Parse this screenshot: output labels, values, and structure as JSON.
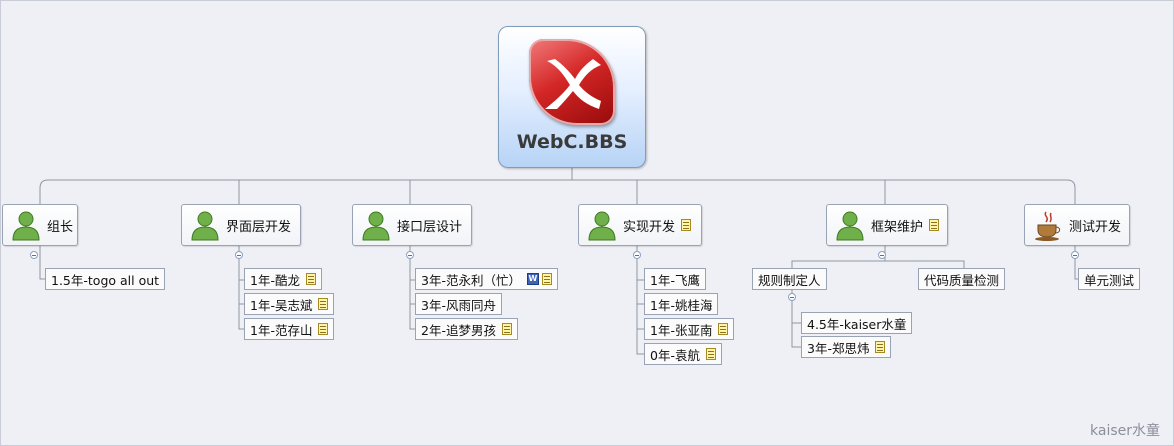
{
  "root": {
    "title": "WebC.BBS",
    "logo_icon": "xmind-logo-icon"
  },
  "topics": [
    {
      "id": "t1",
      "label": "组长",
      "icon": "person-icon",
      "note": false,
      "children": [
        {
          "label": "1.5年-togo all out",
          "note": false
        }
      ]
    },
    {
      "id": "t2",
      "label": "界面层开发",
      "icon": "person-icon",
      "note": false,
      "children": [
        {
          "label": "1年-酷龙",
          "note": true
        },
        {
          "label": "1年-吴志斌",
          "note": true
        },
        {
          "label": "1年-范存山",
          "note": true
        }
      ]
    },
    {
      "id": "t3",
      "label": "接口层设计",
      "icon": "person-icon",
      "note": false,
      "children": [
        {
          "label": "3年-范永利（忙）",
          "note": true,
          "word": true
        },
        {
          "label": "3年-风雨同舟",
          "note": false
        },
        {
          "label": "2年-追梦男孩",
          "note": true
        }
      ]
    },
    {
      "id": "t4",
      "label": "实现开发",
      "icon": "person-icon",
      "note": true,
      "children": [
        {
          "label": "1年-飞鹰",
          "note": false
        },
        {
          "label": "1年-姚桂海",
          "note": false
        },
        {
          "label": "1年-张亚南",
          "note": true
        },
        {
          "label": "0年-袁航",
          "note": true
        }
      ]
    },
    {
      "id": "t5",
      "label": "框架维护",
      "icon": "person-icon",
      "note": true,
      "children": [
        {
          "label": "规则制定人",
          "note": false,
          "children": [
            {
              "label": "4.5年-kaiser水童",
              "note": false
            },
            {
              "label": "3年-郑思炜",
              "note": true
            }
          ]
        },
        {
          "label": "代码质量检测",
          "note": false
        }
      ]
    },
    {
      "id": "t6",
      "label": "测试开发",
      "icon": "java-coffee-icon",
      "note": false,
      "children": [
        {
          "label": "单元测试",
          "note": false
        }
      ]
    }
  ],
  "watermark": "kaiser水童",
  "colors": {
    "line": "#8f96a3",
    "note": "#fff4a8",
    "root_bg": "#b7d3f6"
  }
}
